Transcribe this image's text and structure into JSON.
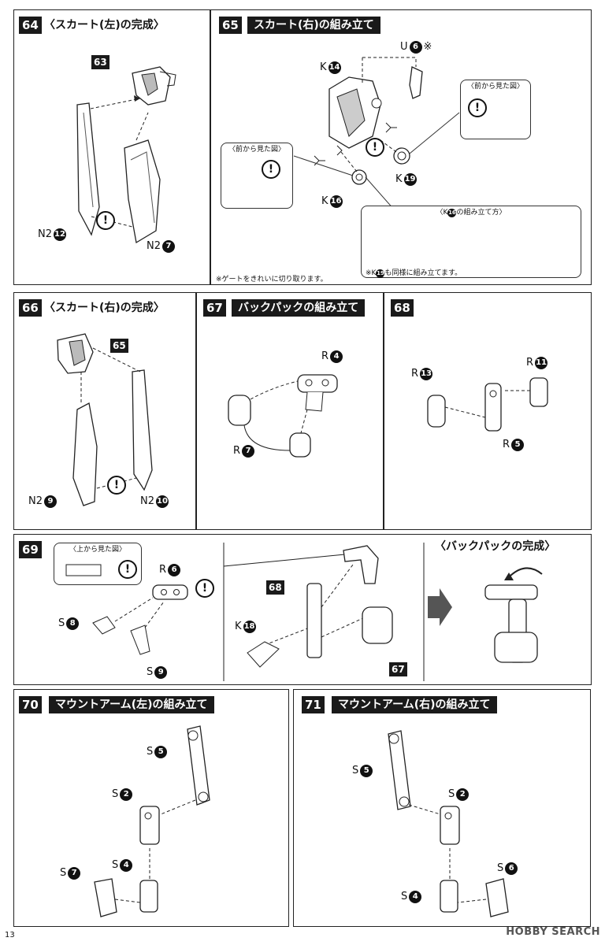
{
  "page_number": "13",
  "watermark": "HOBBY SEARCH",
  "steps": {
    "s64": {
      "num": "64",
      "title": "〈スカート(左)の完成〉",
      "tag": "63",
      "parts": [
        {
          "letter": "N2",
          "num": "12"
        },
        {
          "letter": "N2",
          "num": "7"
        }
      ]
    },
    "s65": {
      "num": "65",
      "title": "スカート(右)の組み立て",
      "parts": [
        {
          "letter": "U",
          "num": "6"
        },
        {
          "letter": "K",
          "num": "14"
        },
        {
          "letter": "K",
          "num": "19"
        },
        {
          "letter": "K",
          "num": "16"
        }
      ],
      "u_mark": "※",
      "front_view_1": "〈前から見た図〉",
      "front_view_2": "〈前から見た図〉",
      "assembly_title_pre": "〈K",
      "assembly_title_num": "16",
      "assembly_title_post": "の組み立て方〉",
      "same_note_pre": "※K",
      "same_note_num": "19",
      "same_note_post": "も同様に組み立てます。",
      "gate_note": "※ゲートをきれいに切り取ります。"
    },
    "s66": {
      "num": "66",
      "title": "〈スカート(右)の完成〉",
      "tag": "65",
      "parts": [
        {
          "letter": "N2",
          "num": "9"
        },
        {
          "letter": "N2",
          "num": "10"
        }
      ]
    },
    "s67": {
      "num": "67",
      "title": "バックパックの組み立て",
      "parts": [
        {
          "letter": "R",
          "num": "4"
        },
        {
          "letter": "R",
          "num": "7"
        }
      ]
    },
    "s68": {
      "num": "68",
      "parts": [
        {
          "letter": "R",
          "num": "13"
        },
        {
          "letter": "R",
          "num": "11"
        },
        {
          "letter": "R",
          "num": "5"
        }
      ]
    },
    "s69": {
      "num": "69",
      "top_view": "〈上から見た図〉",
      "complete_title": "〈バックパックの完成〉",
      "tags": [
        "68",
        "67"
      ],
      "parts": [
        {
          "letter": "R",
          "num": "6"
        },
        {
          "letter": "S",
          "num": "8"
        },
        {
          "letter": "S",
          "num": "9"
        },
        {
          "letter": "K",
          "num": "18"
        }
      ]
    },
    "s70": {
      "num": "70",
      "title": "マウントアーム(左)の組み立て",
      "parts": [
        {
          "letter": "S",
          "num": "5"
        },
        {
          "letter": "S",
          "num": "2"
        },
        {
          "letter": "S",
          "num": "7"
        },
        {
          "letter": "S",
          "num": "4"
        }
      ]
    },
    "s71": {
      "num": "71",
      "title": "マウントアーム(右)の組み立て",
      "parts": [
        {
          "letter": "S",
          "num": "5"
        },
        {
          "letter": "S",
          "num": "2"
        },
        {
          "letter": "S",
          "num": "6"
        },
        {
          "letter": "S",
          "num": "4"
        }
      ]
    }
  },
  "warning_symbol": "!"
}
